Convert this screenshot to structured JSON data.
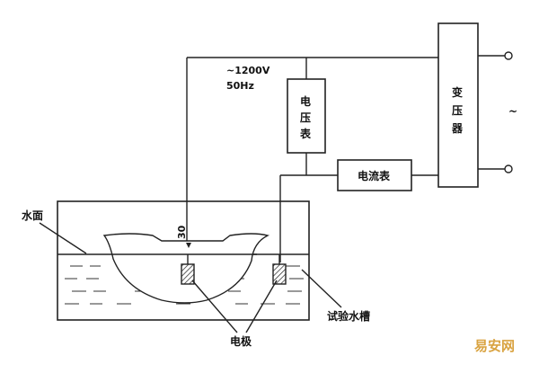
{
  "labels": {
    "voltage": "~1200V",
    "frequency": "50Hz",
    "voltmeter": [
      "电",
      "压",
      "表"
    ],
    "ammeter": "电流表",
    "transformer": [
      "变",
      "压",
      "器"
    ],
    "ac_symbol": "~",
    "water_surface": "水面",
    "tank": "试验水槽",
    "electrodes": "电极",
    "depth": "30"
  },
  "watermark": "易安网",
  "colors": {
    "line": "#222222",
    "watermark": "#d9a341"
  }
}
